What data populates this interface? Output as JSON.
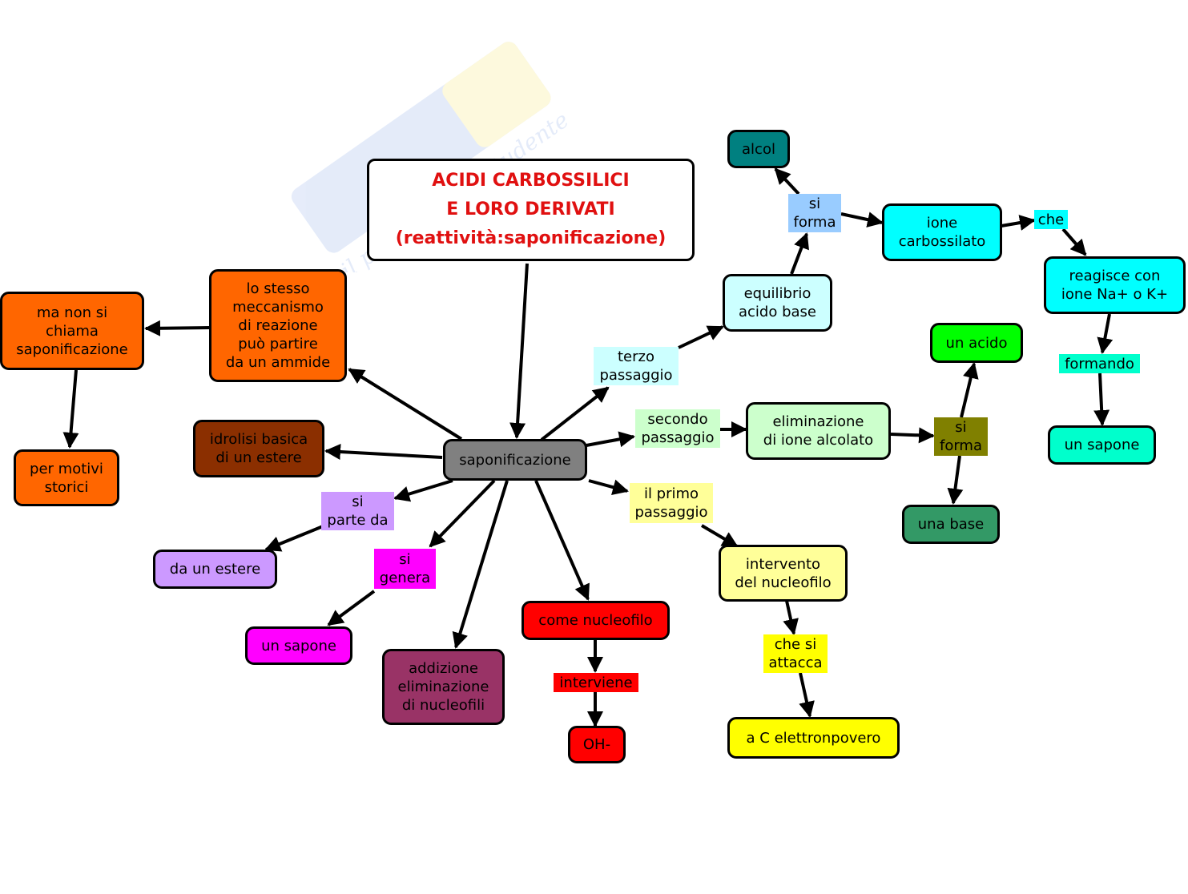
{
  "title": {
    "line1": "ACIDI CARBOSSILICI",
    "line2": "E LORO DERIVATI",
    "line3": "(reattività:saponificazione)"
  },
  "nodes": {
    "saponificazione": "saponificazione",
    "idrolisi": "idrolisi basica\ndi un estere",
    "lo_stesso": "lo stesso\nmeccanismo\ndi reazione\npuò partire\nda un ammide",
    "ma_non": "ma non si\nchiama\nsaponificazione",
    "per_motivi": "per motivi\nstorici",
    "da_un_estere": "da un estere",
    "un_sapone_left": "un sapone",
    "addizione": "addizione\neliminazione\ndi nucleofili",
    "come_nucleofilo": "come nucleofilo",
    "oh": "OH-",
    "intervento": "intervento\ndel nucleofilo",
    "a_c": "a C elettronpovero",
    "eliminazione": "eliminazione\ndi ione alcolato",
    "un_acido": "un acido",
    "una_base": "una base",
    "equilibrio": "equilibrio\nacido base",
    "alcol": "alcol",
    "ione_carbossilato": "ione\ncarbossilato",
    "reagisce": "reagisce con\nione Na+ o K+",
    "un_sapone_right": "un sapone"
  },
  "labels": {
    "terzo": "terzo\npassaggio",
    "secondo": "secondo\npassaggio",
    "il_primo": "il primo\npassaggio",
    "si_parte": "si\nparte da",
    "si_genera": "si\ngenera",
    "interviene": "interviene",
    "che_si_attacca": "che si\nattacca",
    "si_forma_1": "si\nforma",
    "si_forma_2": "si\nforma",
    "che": "che",
    "formando": "formando"
  },
  "colors": {
    "orange": "#ff6600",
    "brown": "#8b2f00",
    "gray": "#808080",
    "lavender": "#cc99ff",
    "magenta": "#ff00ff",
    "plum": "#993366",
    "red": "#ff0000",
    "light_yellow": "#ffff99",
    "yellow": "#ffff00",
    "light_green": "#ccffcc",
    "green": "#00ff00",
    "sea_green": "#339966",
    "pale_cyan": "#ccffff",
    "teal": "#008080",
    "cyan": "#00ffff",
    "aqua_green": "#00ffcc",
    "olive": "#808000",
    "light_blue": "#99ccff",
    "title_red": "#e01010"
  }
}
